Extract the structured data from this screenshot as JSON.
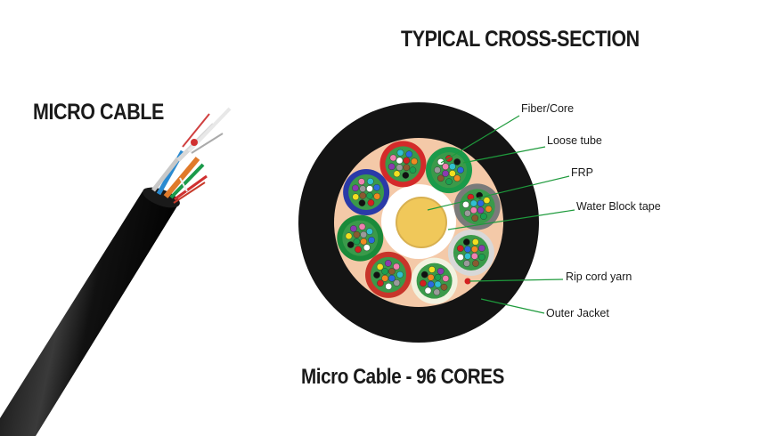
{
  "title": "TYPICAL CROSS-SECTION",
  "product_label": "MICRO CABLE",
  "caption": "Micro Cable - 96 CORES",
  "callouts": {
    "fiber_core": "Fiber/Core",
    "loose_tube": "Loose tube",
    "frp": "FRP",
    "water_block_tape": "Water Block tape",
    "rip_cord_yarn": "Rip cord yarn",
    "outer_jacket": "Outer Jacket"
  },
  "colors": {
    "jacket": "#111111",
    "filler": "#f4c9a8",
    "frp_core": "#f0c85a",
    "leader_line": "#1e9a3c",
    "rip_cord": "#d42020",
    "tube_colors": [
      "#1a9a4a",
      "#7a7a7a",
      "#d8d8d8",
      "#f2f2e0",
      "#c8352a",
      "#1a8a3a",
      "#2a3aa8",
      "#d42a2a"
    ],
    "fiber_colors": [
      "#2a6ae0",
      "#f08a20",
      "#1aa050",
      "#8a5a30",
      "#9a9a9a",
      "#ffffff",
      "#d42020",
      "#111111",
      "#f0e020",
      "#8a3ab0",
      "#f080b0",
      "#30c0d0"
    ]
  }
}
